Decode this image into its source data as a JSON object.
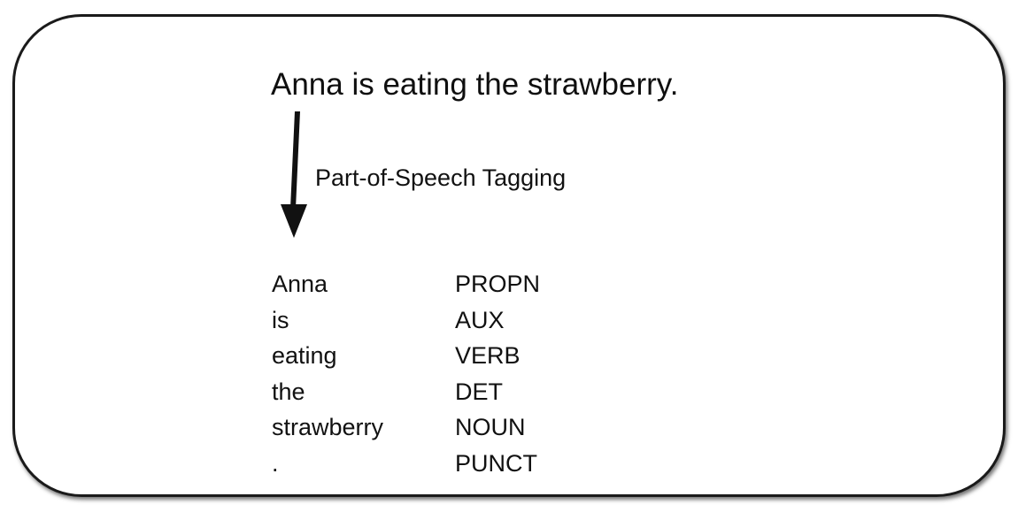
{
  "sentence": "Anna is eating the strawberry.",
  "process_label": "Part-of-Speech Tagging",
  "tags": [
    {
      "token": "Anna",
      "pos": "PROPN"
    },
    {
      "token": "is",
      "pos": "AUX"
    },
    {
      "token": "eating",
      "pos": "VERB"
    },
    {
      "token": "the",
      "pos": "DET"
    },
    {
      "token": "strawberry",
      "pos": "NOUN"
    },
    {
      "token": ".",
      "pos": "PUNCT"
    }
  ],
  "colors": {
    "border": "#1a1a1a",
    "text": "#111111",
    "arrow": "#111111"
  }
}
